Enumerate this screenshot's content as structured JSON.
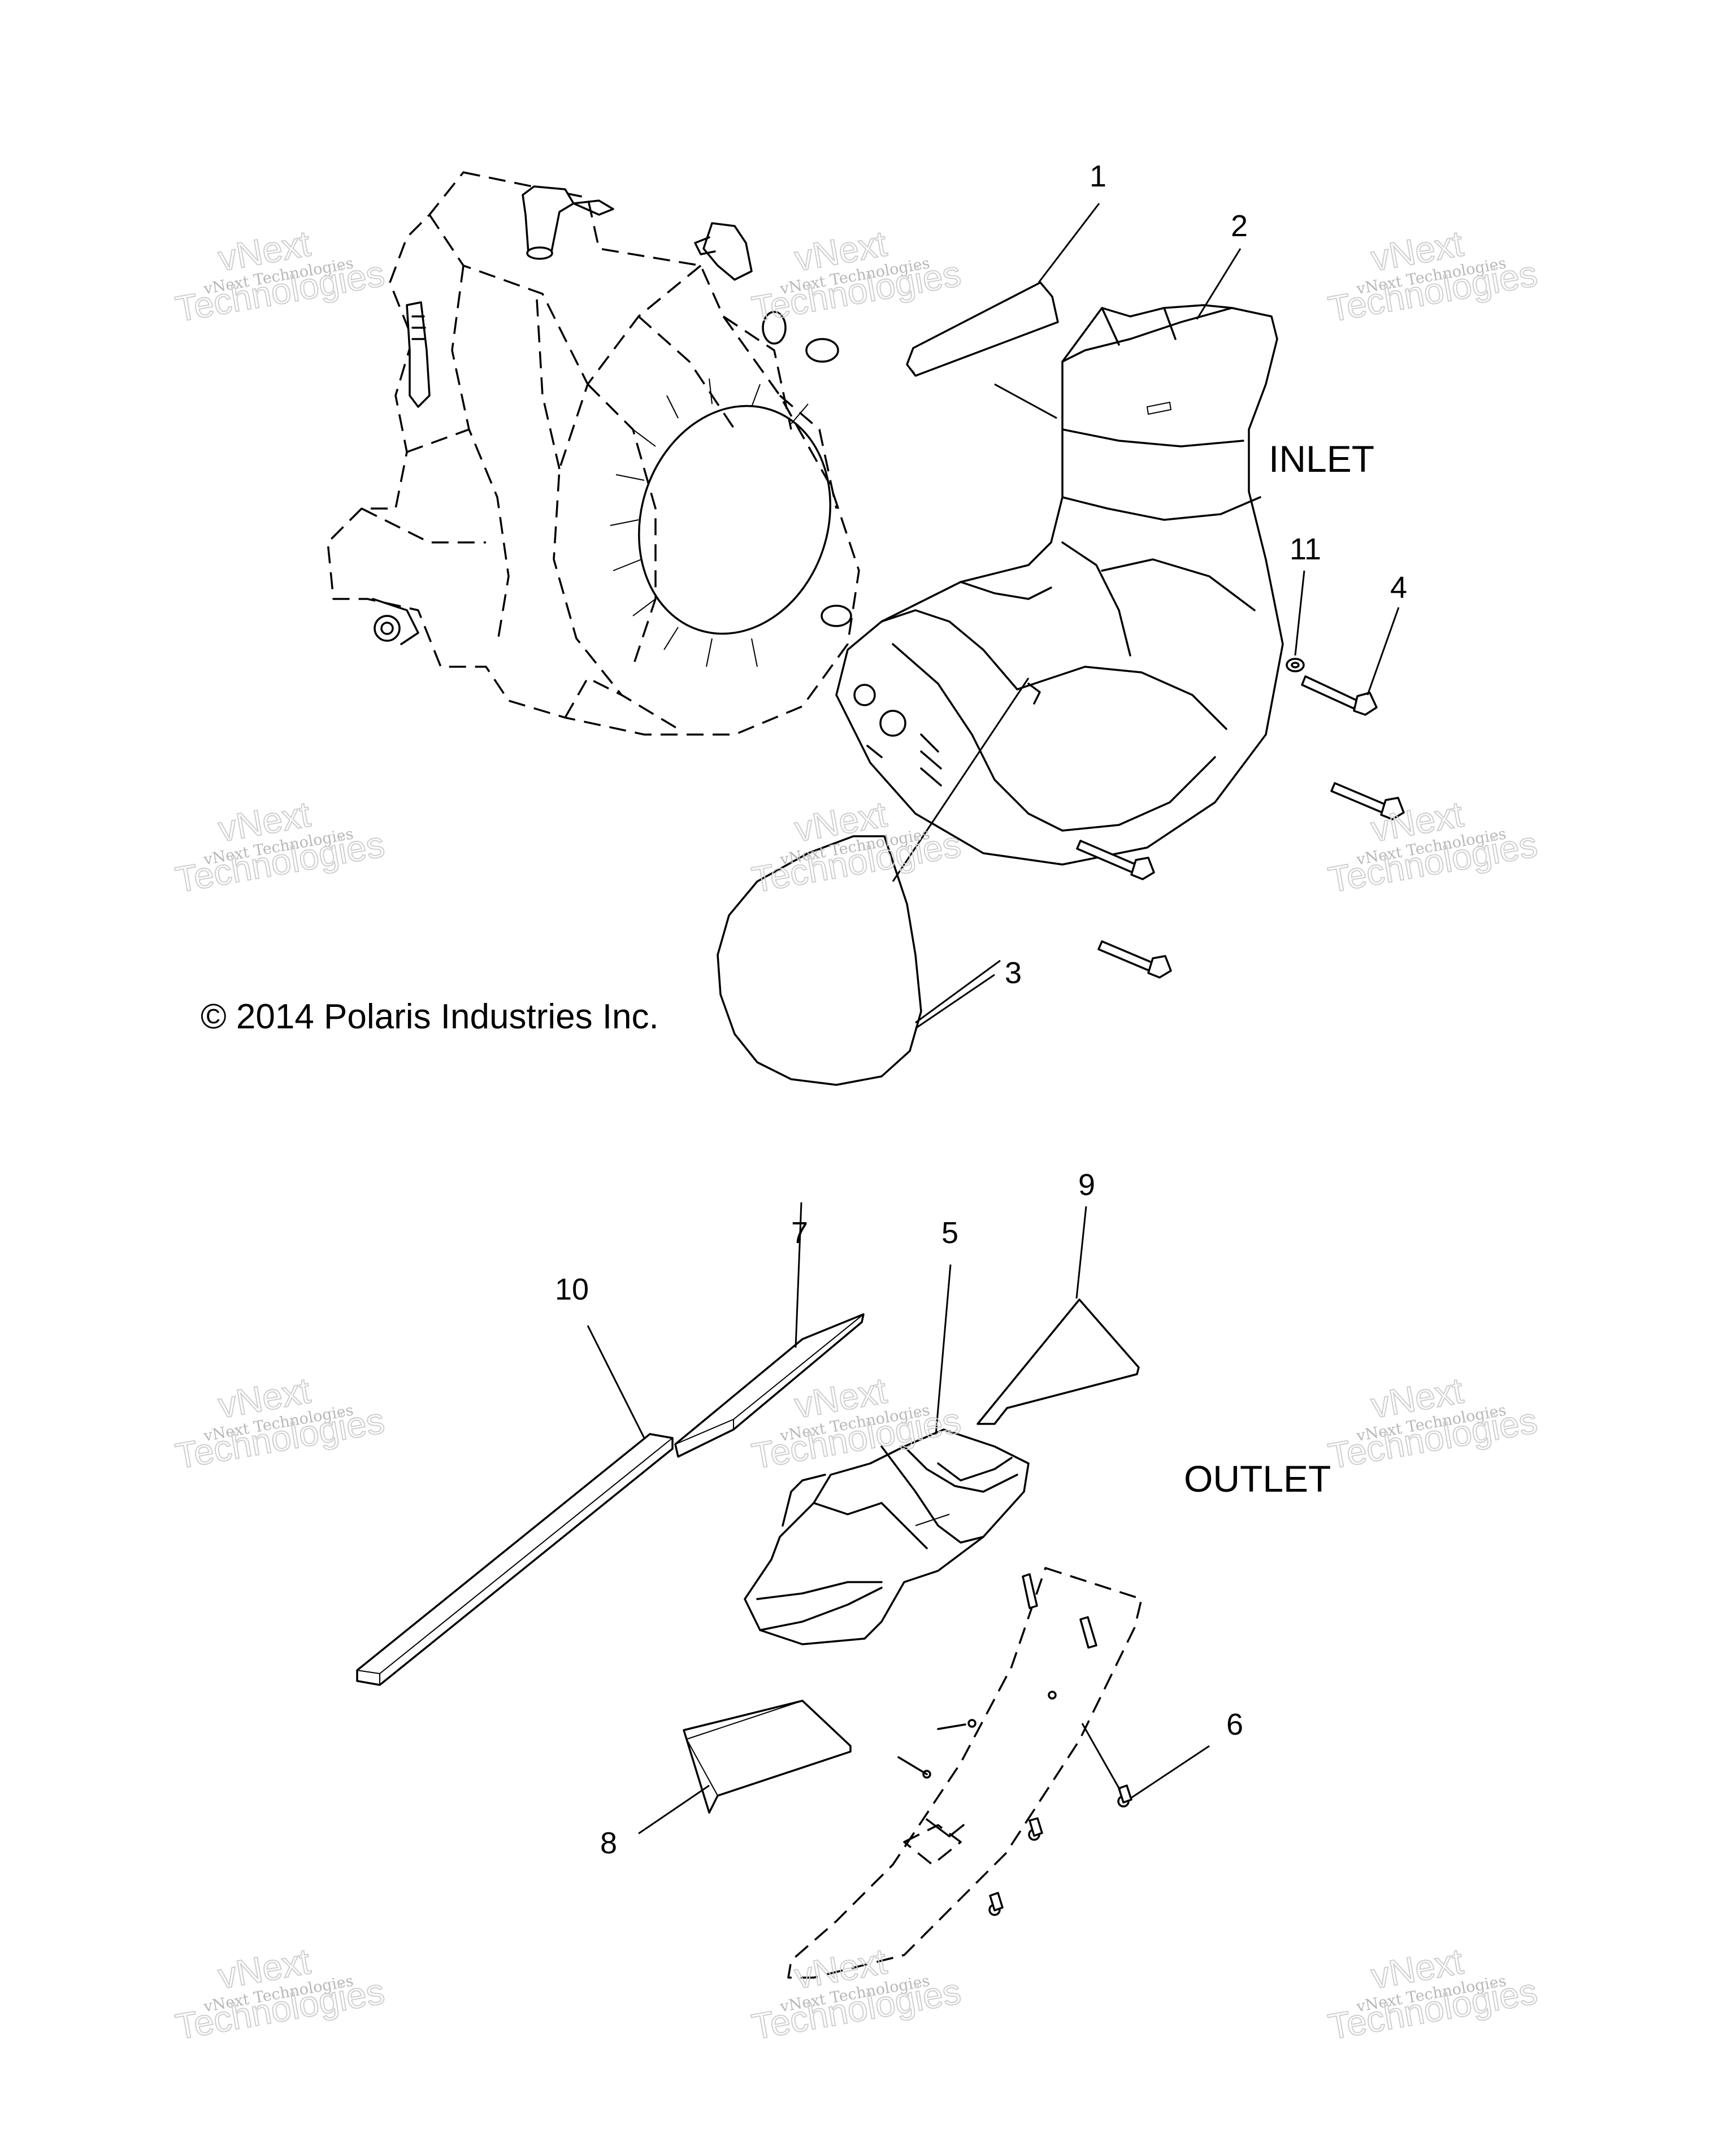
{
  "copyright": "© 2014 Polaris Industries Inc.",
  "sections": {
    "inlet": "INLET",
    "outlet": "OUTLET"
  },
  "callouts": {
    "c1": "1",
    "c2": "2",
    "c3": "3",
    "c4": "4",
    "c5": "5",
    "c6": "6",
    "c7": "7",
    "c8": "8",
    "c9": "9",
    "c10": "10",
    "c11": "11"
  },
  "watermark": {
    "brand": "vNext",
    "company": "vNext Technologies",
    "word": "Technologies"
  }
}
